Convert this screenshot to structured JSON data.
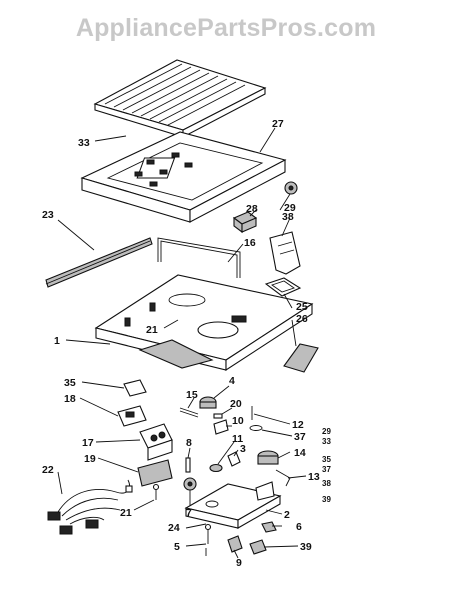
{
  "watermark": "AppliancePartsPros.com",
  "callouts": {
    "c1": "1",
    "c2": "2",
    "c3": "3",
    "c4": "4",
    "c5": "5",
    "c6": "6",
    "c7": "7",
    "c8": "8",
    "c9": "9",
    "c10": "10",
    "c11": "11",
    "c12": "12",
    "c13": "13",
    "c14": "14",
    "c15": "15",
    "c16": "16",
    "c17": "17",
    "c18": "18",
    "c19": "19",
    "c20": "20",
    "c21a": "21",
    "c21b": "21",
    "c22": "22",
    "c23": "23",
    "c24": "24",
    "c25": "25",
    "c26": "26",
    "c27": "27",
    "c28": "28",
    "c29": "29",
    "c33": "33",
    "c35": "35",
    "c37": "37",
    "c38": "38",
    "c39": "39"
  },
  "side_notes": [
    "29",
    "33",
    "35",
    "37",
    "38",
    "39"
  ]
}
